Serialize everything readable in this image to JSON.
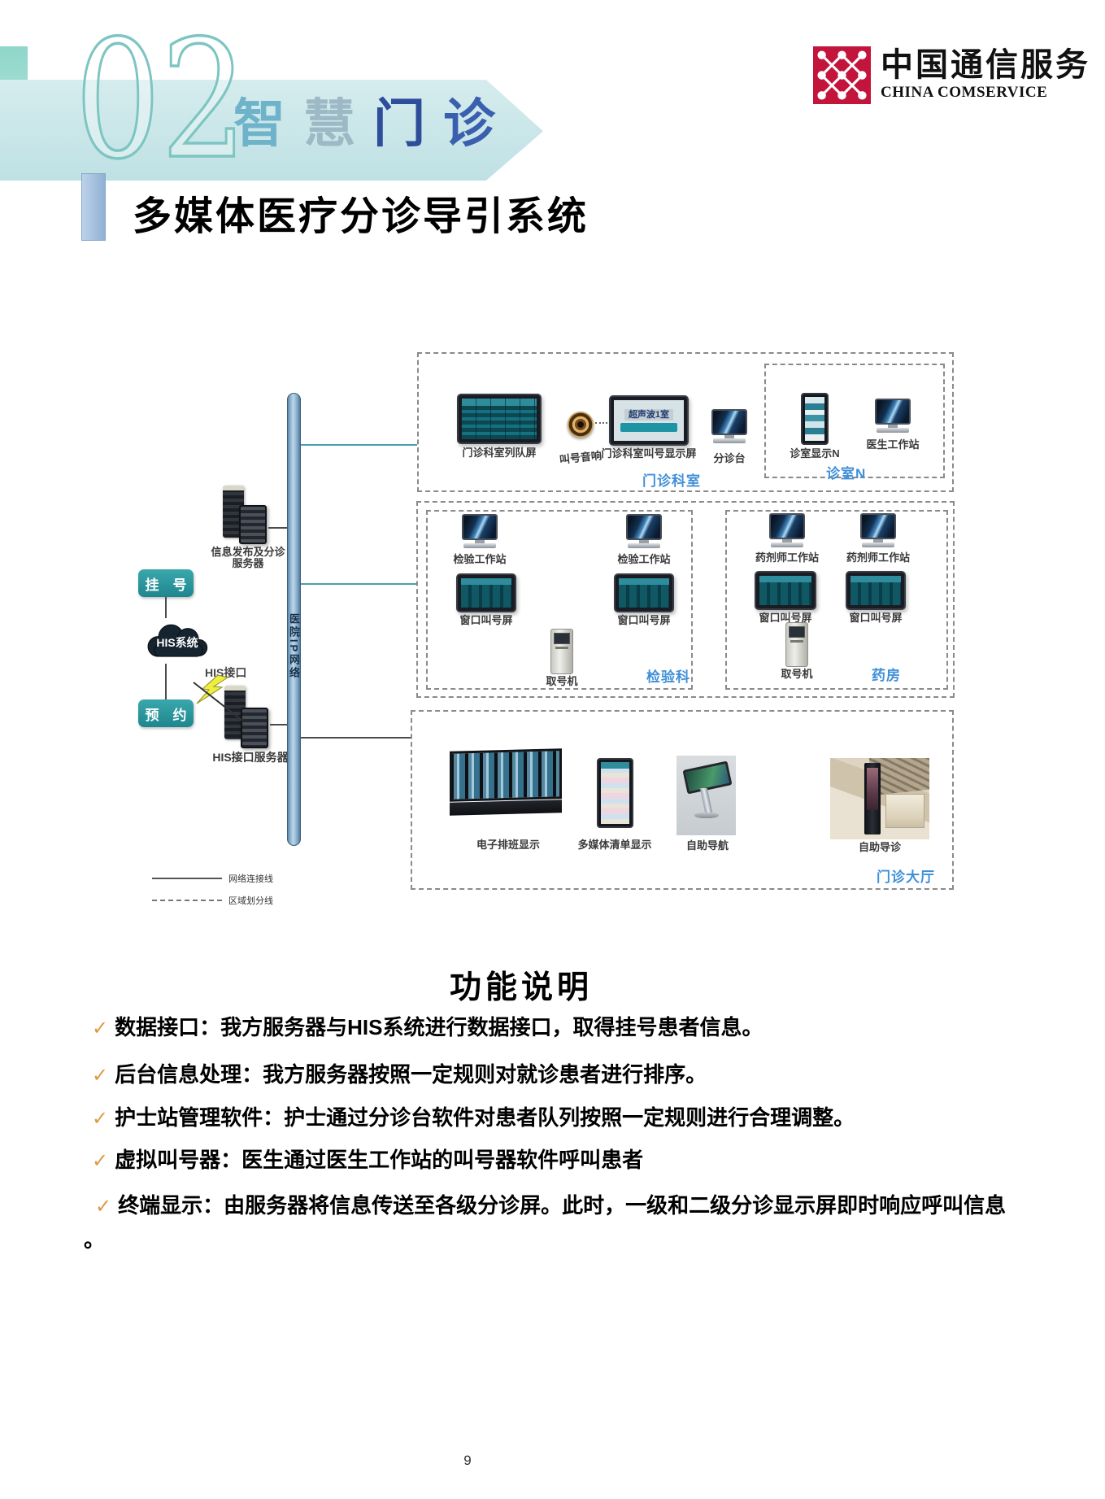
{
  "page": {
    "number": "9"
  },
  "header": {
    "section_number": "02",
    "title_chars": [
      {
        "ch": "智",
        "color": "#6fb3cb"
      },
      {
        "ch": "慧",
        "color": "#9cb9c5"
      },
      {
        "ch": "门",
        "color": "#2e4d9b"
      },
      {
        "ch": "诊",
        "color": "#3a5fae"
      }
    ],
    "logo": {
      "name_cn": "中国通信服务",
      "name_en": "CHINA COMSERVICE",
      "brand_red": "#c3143c"
    }
  },
  "section": {
    "title": "多媒体医疗分诊导引系统"
  },
  "diagram": {
    "his_flow": {
      "registration": "挂　号",
      "his_cloud": "HIS系统",
      "his_interface": "HIS接口",
      "booking": "预　约"
    },
    "servers": {
      "info_line1": "信息发布及分诊",
      "info_line2": "服务器",
      "his": "HIS接口服务器"
    },
    "bus_label": "医院IP网络",
    "legend": {
      "solid": "网络连接线",
      "dashed": "区域划分线"
    },
    "clinic": {
      "area": "门诊科室",
      "queue_screen": "门诊科室列队屏",
      "speaker": "叫号音响",
      "call_screen": "门诊科室叫号显示屏",
      "call_screen_text": "超声波1室",
      "triage_desk": "分诊台",
      "room": {
        "area": "诊室N",
        "display": "诊室显示N",
        "doctor_ws": "医生工作站"
      }
    },
    "lab": {
      "area": "检验科",
      "ws": "检验工作站",
      "window_screen": "窗口叫号屏",
      "ticket_machine": "取号机"
    },
    "pharmacy": {
      "area": "药房",
      "ws": "药剂师工作站",
      "window_screen": "窗口叫号屏",
      "ticket_machine": "取号机"
    },
    "hall": {
      "area": "门诊大厅",
      "schedule_wall": "电子排班显示",
      "media_screen": "多媒体清单显示",
      "nav_kiosk": "自助导航",
      "self_triage": "自助导诊"
    }
  },
  "functions": {
    "heading": "功能说明",
    "check_glyph": "✓",
    "items": [
      "数据接口：我方服务器与HIS系统进行数据接口，取得挂号患者信息。",
      "后台信息处理：我方服务器按照一定规则对就诊患者进行排序。",
      "护士站管理软件：护士通过分诊台软件对患者队列按照一定规则进行合理调整。",
      "虚拟叫号器：医生通过医生工作站的叫号器软件呼叫患者",
      "终端显示：由服务器将信息传送至各级分诊屏。此时，一级和二级分诊显示屏即时响应呼叫信息 。"
    ]
  }
}
